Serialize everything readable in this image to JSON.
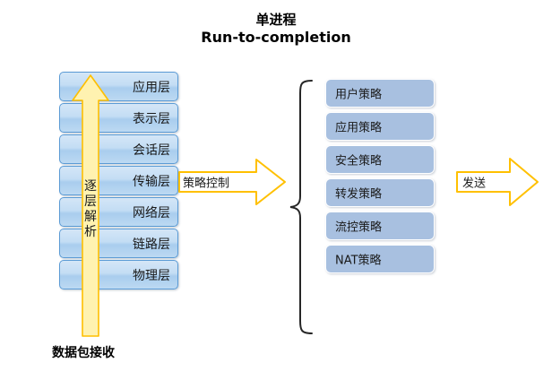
{
  "title": {
    "line1": "单进程",
    "line2": "Run-to-completion"
  },
  "osi_stack": {
    "layers": [
      {
        "label": "应用层"
      },
      {
        "label": "表示层"
      },
      {
        "label": "会话层"
      },
      {
        "label": "传输层"
      },
      {
        "label": "网络层"
      },
      {
        "label": "链路层"
      },
      {
        "label": "物理层"
      }
    ],
    "caption": "数据包接收",
    "arrow_text": [
      "逐",
      "层",
      "解",
      "析"
    ]
  },
  "policy_control_arrow": {
    "label": "策略控制"
  },
  "policy_list": {
    "items": [
      {
        "label": "用户策略"
      },
      {
        "label": "应用策略"
      },
      {
        "label": "安全策略"
      },
      {
        "label": "转发策略"
      },
      {
        "label": "流控策略"
      },
      {
        "label": "NAT策略"
      }
    ]
  },
  "send_arrow": {
    "label": "发送"
  },
  "colors": {
    "background": "#ffffff",
    "layer_fill_top": "#d4e6f7",
    "layer_fill_bottom": "#a9cdee",
    "layer_border": "#5b9bd5",
    "policy_fill": "#a8c0e0",
    "arrow_fill": "#fff2b0",
    "arrow_border": "#ffbf00",
    "open_arrow_border": "#ffc000",
    "brace_stroke": "#262626",
    "text": "#1a1a1a"
  }
}
